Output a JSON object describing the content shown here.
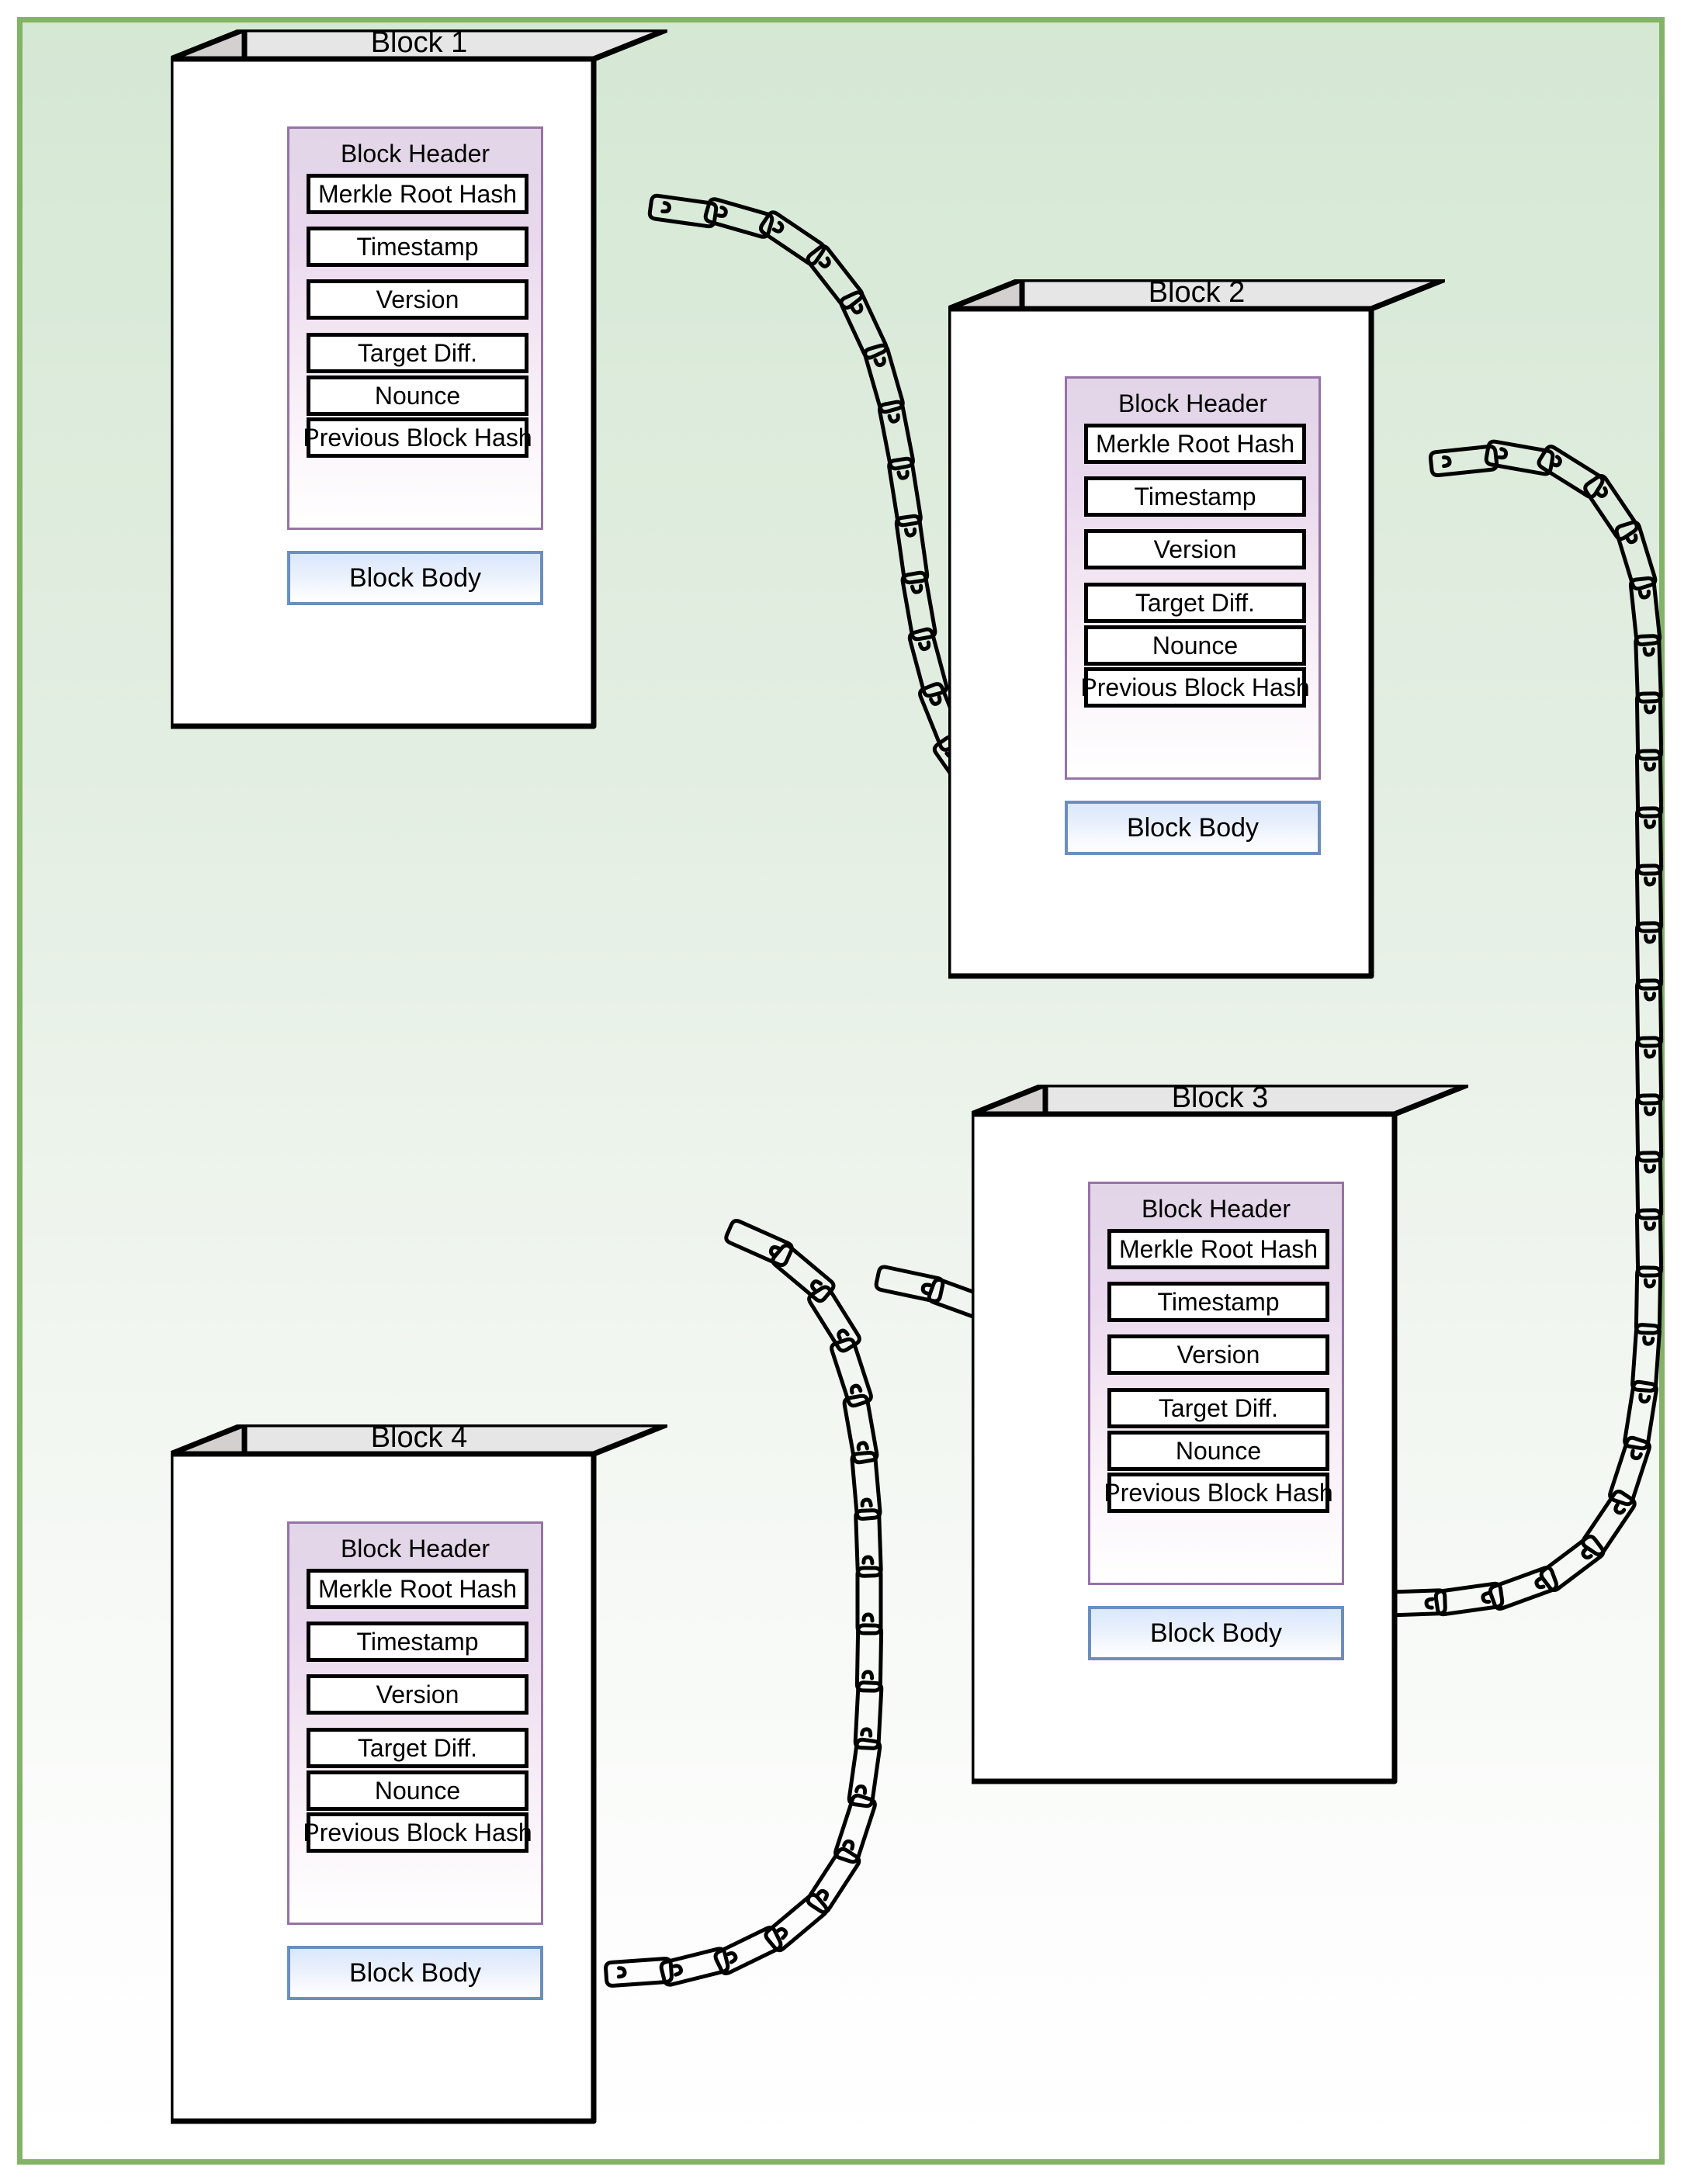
{
  "theme": {
    "frame_border_color": "#82b366",
    "background_top_color": "#d5e8d4",
    "background_bottom_color": "#ffffff",
    "block_face_color": "#ffffff",
    "block_side_color": "#d4d0d0",
    "block_top_color": "#e6e6e6",
    "block_outline_color": "#000000",
    "header_border_color": "#9673a6",
    "header_fill_color": "#e1d5e7",
    "body_border_color": "#6c8ebf",
    "body_fill_color": "#dae8fc",
    "field_border_color": "#000000",
    "field_fill_color": "#ffffff",
    "chain_color": "#000000"
  },
  "diagram": {
    "type": "blockchain-structure",
    "header_field_labels": [
      "Merkle Root Hash",
      "Timestamp",
      "Version",
      "Target Diff.",
      "Nounce",
      "Previous Block Hash"
    ],
    "header_section_label": "Block Header",
    "body_section_label": "Block Body",
    "blocks": [
      {
        "id": "block-1",
        "title": "Block 1",
        "header": {
          "label": "Block Header"
        },
        "fields": [
          {
            "label": "Merkle Root Hash"
          },
          {
            "label": "Timestamp"
          },
          {
            "label": "Version"
          },
          {
            "label": "Target Diff."
          },
          {
            "label": "Nounce"
          },
          {
            "label": "Previous Block Hash"
          }
        ],
        "body": {
          "label": "Block Body"
        }
      },
      {
        "id": "block-2",
        "title": "Block 2",
        "header": {
          "label": "Block Header"
        },
        "fields": [
          {
            "label": "Merkle Root Hash"
          },
          {
            "label": "Timestamp"
          },
          {
            "label": "Version"
          },
          {
            "label": "Target Diff."
          },
          {
            "label": "Nounce"
          },
          {
            "label": "Previous Block Hash"
          }
        ],
        "body": {
          "label": "Block Body"
        }
      },
      {
        "id": "block-3",
        "title": "Block 3",
        "header": {
          "label": "Block Header"
        },
        "fields": [
          {
            "label": "Merkle Root Hash"
          },
          {
            "label": "Timestamp"
          },
          {
            "label": "Version"
          },
          {
            "label": "Target Diff."
          },
          {
            "label": "Nounce"
          },
          {
            "label": "Previous Block Hash"
          }
        ],
        "body": {
          "label": "Block Body"
        }
      },
      {
        "id": "block-4",
        "title": "Block 4",
        "header": {
          "label": "Block Header"
        },
        "fields": [
          {
            "label": "Merkle Root Hash"
          },
          {
            "label": "Timestamp"
          },
          {
            "label": "Version"
          },
          {
            "label": "Target Diff."
          },
          {
            "label": "Nounce"
          },
          {
            "label": "Previous Block Hash"
          }
        ],
        "body": {
          "label": "Block Body"
        }
      }
    ],
    "connections": [
      {
        "id": "chain-1-to-2",
        "from": "block-1",
        "to": "block-2",
        "style": "chain"
      },
      {
        "id": "chain-2-to-3",
        "from": "block-2",
        "to": "block-3",
        "style": "chain"
      },
      {
        "id": "chain-3-to-4",
        "from": "block-3",
        "to": "block-4",
        "style": "chain"
      }
    ]
  }
}
